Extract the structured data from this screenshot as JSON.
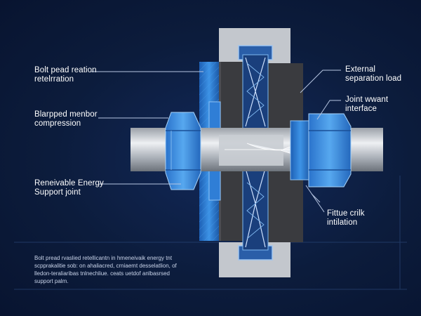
{
  "labels": {
    "bolt_preload": [
      "Bolt pead reation",
      "retelrration"
    ],
    "clamped_member": [
      "Blarpped menbor",
      "compression"
    ],
    "renewable_energy": [
      "Reneivable Energy",
      "Support joint"
    ],
    "external_load": [
      "External",
      "separation load"
    ],
    "joint_interface": [
      "Joint wwant",
      "interface"
    ],
    "fatigue_crack": [
      "Fittue crilk",
      "intilation"
    ]
  },
  "caption": [
    "Bolt pread rvaslied retellicantn in hmeneivaik energy tnt",
    "scpprakalitie sob: on ahaliacred, crniaemt desselatlion, of",
    "lledon-teraliaribas tnlnechliue. ceats uetdof anlbasrsed",
    "support palm."
  ],
  "colors": {
    "background": "#0c1c3c",
    "accent_blue": "#2f86df",
    "dark_steel": "#3c3c40",
    "light_steel": "#c8ccd2",
    "line": "#9fb3d6"
  }
}
